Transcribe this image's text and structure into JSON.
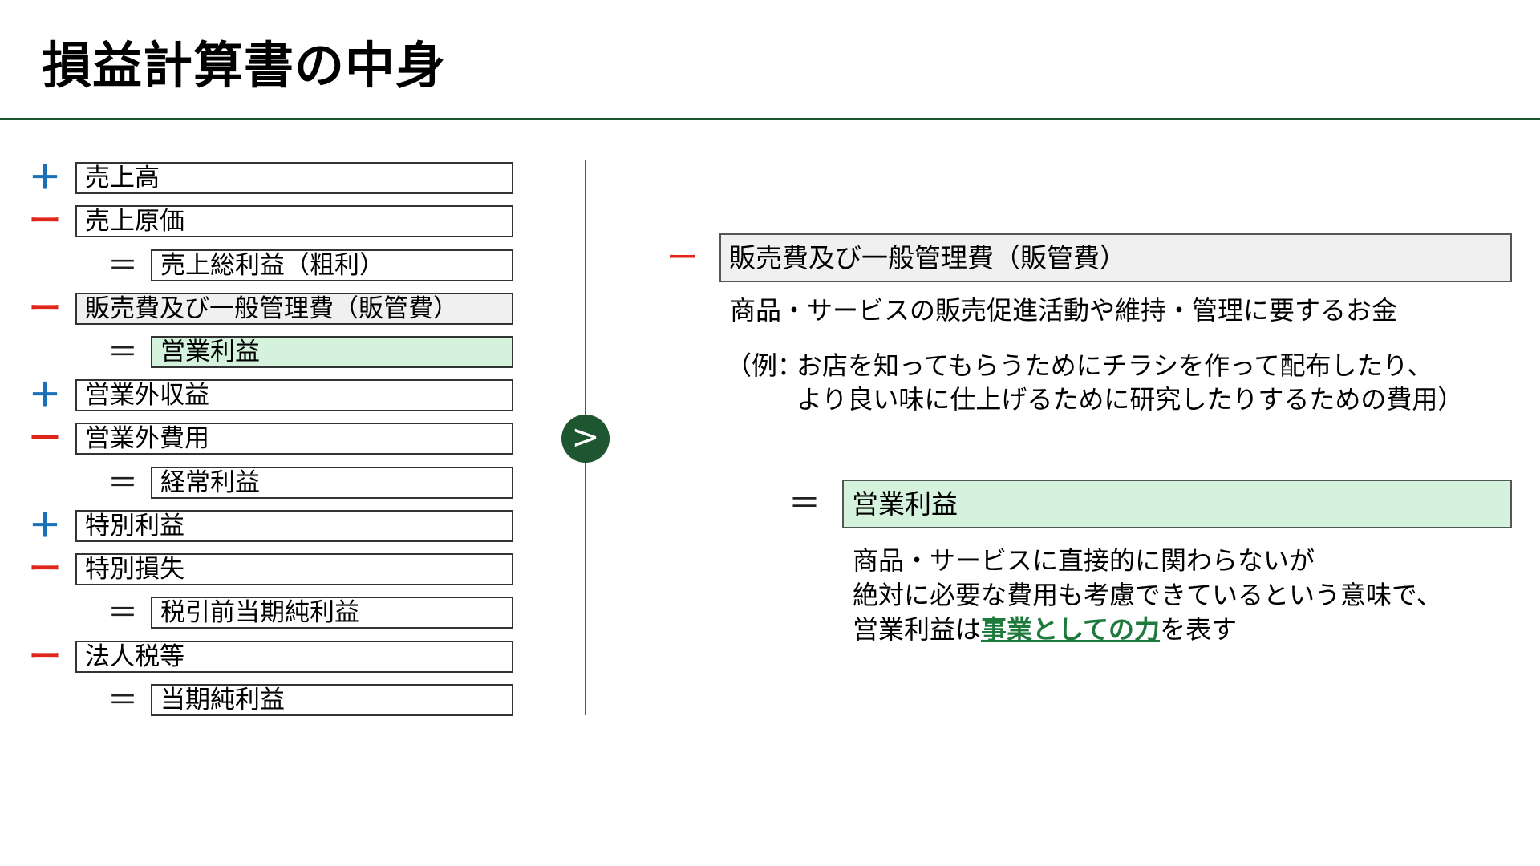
{
  "title": "損益計算書の中身",
  "statement_rows": [
    {
      "sign": "＋",
      "label": "売上高"
    },
    {
      "sign": "ー",
      "label": "売上原価"
    },
    {
      "sign": "＝",
      "label": "売上総利益（粗利）"
    },
    {
      "sign": "ー",
      "label": "販売費及び一般管理費（販管費）"
    },
    {
      "sign": "＝",
      "label": "営業利益"
    },
    {
      "sign": "＋",
      "label": "営業外収益"
    },
    {
      "sign": "ー",
      "label": "営業外費用"
    },
    {
      "sign": "＝",
      "label": "経常利益"
    },
    {
      "sign": "＋",
      "label": "特別利益"
    },
    {
      "sign": "ー",
      "label": "特別損失"
    },
    {
      "sign": "＝",
      "label": "税引前当期純利益"
    },
    {
      "sign": "ー",
      "label": "法人税等"
    },
    {
      "sign": "＝",
      "label": "当期純利益"
    }
  ],
  "arrow_glyph": ">",
  "detail": {
    "expense": {
      "sign": "ー",
      "label": "販売費及び一般管理費（販管費）",
      "description": "商品・サービスの販売促進活動や維持・管理に要するお金",
      "example_prefix": "（例：",
      "example_line1": "お店を知ってもらうためにチラシを作って配布したり、",
      "example_line2": "より良い味に仕上げるために研究したりするための費用）"
    },
    "profit": {
      "sign": "＝",
      "label": "営業利益",
      "line1": "商品・サービスに直接的に関わらないが",
      "line2": "絶対に必要な費用も考慮できているという意味で、",
      "line3_before": "営業利益は",
      "line3_accent": "事業としての力",
      "line3_after": "を表す"
    }
  },
  "colors": {
    "accent_green": "#1e5631",
    "plus_blue": "#1a6fb8",
    "minus_red": "#e0251b",
    "highlight_green": "#d5f2dc",
    "highlight_gray": "#f0f0f0"
  }
}
